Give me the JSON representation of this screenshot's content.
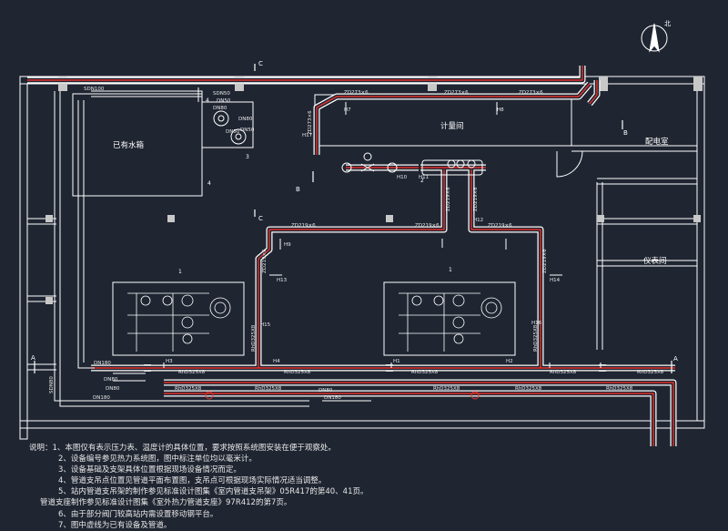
{
  "rooms": {
    "water_tank": "已有水箱",
    "meter_room": "计量间",
    "distribution_room": "配电室",
    "instrument_room": "仪表间"
  },
  "north_mark": "北",
  "section_marks": {
    "a": "A",
    "b": "B",
    "c": "C"
  },
  "pipe_labels": {
    "zd273_1": "ZD273×6",
    "zd273_2": "ZD273×6",
    "zd273_3": "ZD273×6",
    "zd273_v": "ZD273×6",
    "zd219_1": "ZD219×6",
    "zd219_2": "ZD219×6",
    "zd219_3": "ZD219×6",
    "zd219_v1": "ZD219×6",
    "zd219_v2": "ZD219×6",
    "rhd325_1": "RhD325X8",
    "rhd325_2": "RhD325X8",
    "rhd325_3": "RhD325X8",
    "rhd325_4": "RhD325X8",
    "rhd325_5": "RhD325X8",
    "rhd325_6": "RhD325X8",
    "rhd325_7": "RhD325X8",
    "rhd325_8": "RhD325X8",
    "rhd325_9": "RhD325X8",
    "rhd325_10": "RhD325X8",
    "rhd325_v1": "RhD325X8",
    "rhd325_v2": "RhD325X8",
    "dn180_1": "DN180",
    "dn180_2": "DN180",
    "dn180_3": "DN180",
    "dn80_1": "DN80",
    "dn80_2": "DN80",
    "dn80_3": "DN80",
    "dn80_4": "DN80",
    "dn80_5": "DN80",
    "dn50_1": "DN50",
    "dn50_2": "DN50",
    "dn50_3": "DN50",
    "sdn50": "SDN50",
    "sdn100": "SDN100",
    "sdn80": "SDN80"
  },
  "elevations": [
    "H7",
    "H8",
    "H17",
    "H10",
    "H11",
    "H9",
    "H12",
    "H13",
    "H14",
    "H15",
    "H16",
    "H3",
    "H4",
    "H1",
    "H2"
  ],
  "callouts": [
    "1",
    "1",
    "2",
    "3",
    "4",
    "4"
  ],
  "notes": [
    "说明：1、本图仅有表示压力表、温度计的具体位置，要求按照系统图安装在便于观察处。",
    "2、设备编号参见热力系统图，图中标注单位均以毫米计。",
    "3、设备基础及支架具体位置根据现场设备情况而定。",
    "4、管道支吊点位置见管道平面布置图，支吊点可根据现场实际情况适当调整。",
    "5、站内管道支吊架的制作参见标准设计图集《室内管道支吊架》05R417的第40、41页。",
    "管道支座制作参见标准设计图集《室外热力管道支座》97R412的第7页。",
    "6、由于部分阀门较高站内需设置移动钢平台。",
    "7、图中虚线为已有设备及管道。"
  ]
}
